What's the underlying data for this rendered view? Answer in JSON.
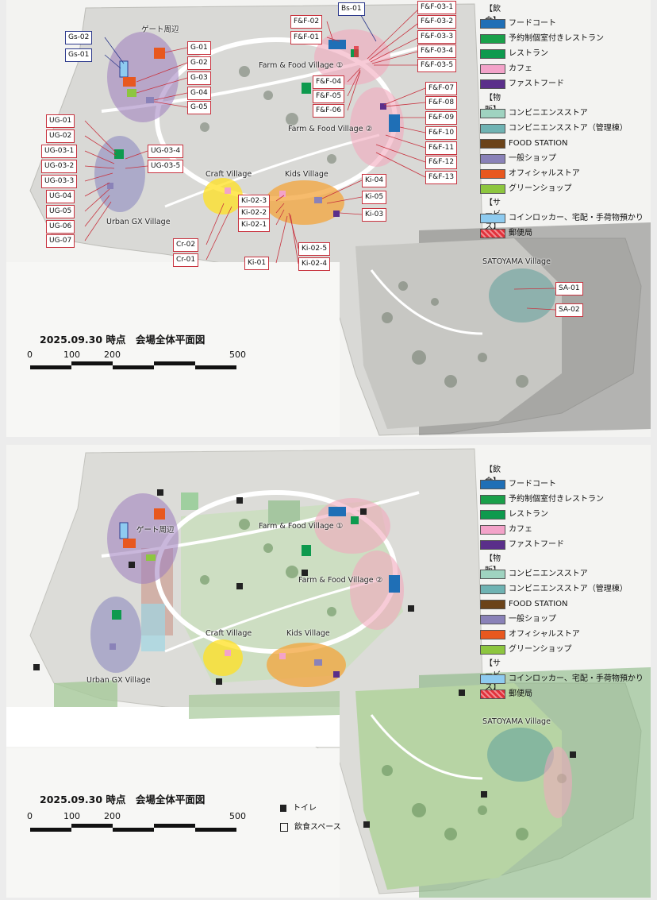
{
  "title": "2025.09.30 時点　会場全体平面図",
  "scale": {
    "ticks": [
      "0",
      "100",
      "200",
      "500"
    ]
  },
  "legend": {
    "food_header": "【飲食】",
    "food": [
      {
        "label": "フードコート",
        "color": "#1f6fb6"
      },
      {
        "label": "予約制個室付きレストラン",
        "color": "#1aa04a"
      },
      {
        "label": "レストラン",
        "color": "#0e9a4e"
      },
      {
        "label": "カフェ",
        "color": "#f3a3c9"
      },
      {
        "label": "ファストフード",
        "color": "#5a2f8a"
      }
    ],
    "retail_header": "【物販】",
    "retail": [
      {
        "label": "コンビニエンスストア",
        "color": "#9fd3c0"
      },
      {
        "label": "コンビニエンスストア（管理棟）",
        "color": "#6fb3b3"
      },
      {
        "label": "FOOD STATION",
        "color": "#6b4319"
      },
      {
        "label": "一般ショップ",
        "color": "#8a82b8"
      },
      {
        "label": "オフィシャルストア",
        "color": "#e8581f"
      },
      {
        "label": "グリーンショップ",
        "color": "#8dc63f"
      }
    ],
    "service_header": "【サービス】",
    "service": [
      {
        "label": "コインロッカー、宅配・手荷物預かり",
        "color": "#8ecbf0"
      },
      {
        "label": "郵便局",
        "color": "#e1313b"
      }
    ]
  },
  "zones": {
    "gate": "ゲート周辺",
    "ff1": "Farm & Food Village ①",
    "ff2": "Farm & Food Village ②",
    "craft": "Craft Village",
    "kids": "Kids Village",
    "ugx": "Urban GX Village",
    "satoyama": "SATOYAMA Village"
  },
  "tags": {
    "bs01": "Bs-01",
    "gs02": "Gs-02",
    "gs01": "Gs-01",
    "g01": "G-01",
    "g02": "G-02",
    "g03": "G-03",
    "g04": "G-04",
    "g05": "G-05",
    "ff02": "F&F-02",
    "ff01": "F&F-01",
    "ff04": "F&F-04",
    "ff05": "F&F-05",
    "ff06": "F&F-06",
    "ff031": "F&F-03-1",
    "ff032": "F&F-03-2",
    "ff033": "F&F-03-3",
    "ff034": "F&F-03-4",
    "ff035": "F&F-03-5",
    "ff07": "F&F-07",
    "ff08": "F&F-08",
    "ff09": "F&F-09",
    "ff10": "F&F-10",
    "ff11": "F&F-11",
    "ff12": "F&F-12",
    "ff13": "F&F-13",
    "ug01": "UG-01",
    "ug02": "UG-02",
    "ug031": "UG-03-1",
    "ug032": "UG-03-2",
    "ug033": "UG-03-3",
    "ug034": "UG-03-4",
    "ug035": "UG-03-5",
    "ug04": "UG-04",
    "ug05": "UG-05",
    "ug06": "UG-06",
    "ug07": "UG-07",
    "ki04": "Ki-04",
    "ki05": "Ki-05",
    "ki03": "Ki-03",
    "ki023": "Ki-02-3",
    "ki022": "Ki-02-2",
    "ki021": "Ki-02-1",
    "ki025": "Ki-02-5",
    "ki024": "Ki-02-4",
    "ki01": "Ki-01",
    "cr02": "Cr-02",
    "cr01": "Cr-01",
    "sa01": "SA-01",
    "sa02": "SA-02"
  },
  "facility_legend": {
    "toilet": "トイレ",
    "dining": "飲食スペース"
  }
}
